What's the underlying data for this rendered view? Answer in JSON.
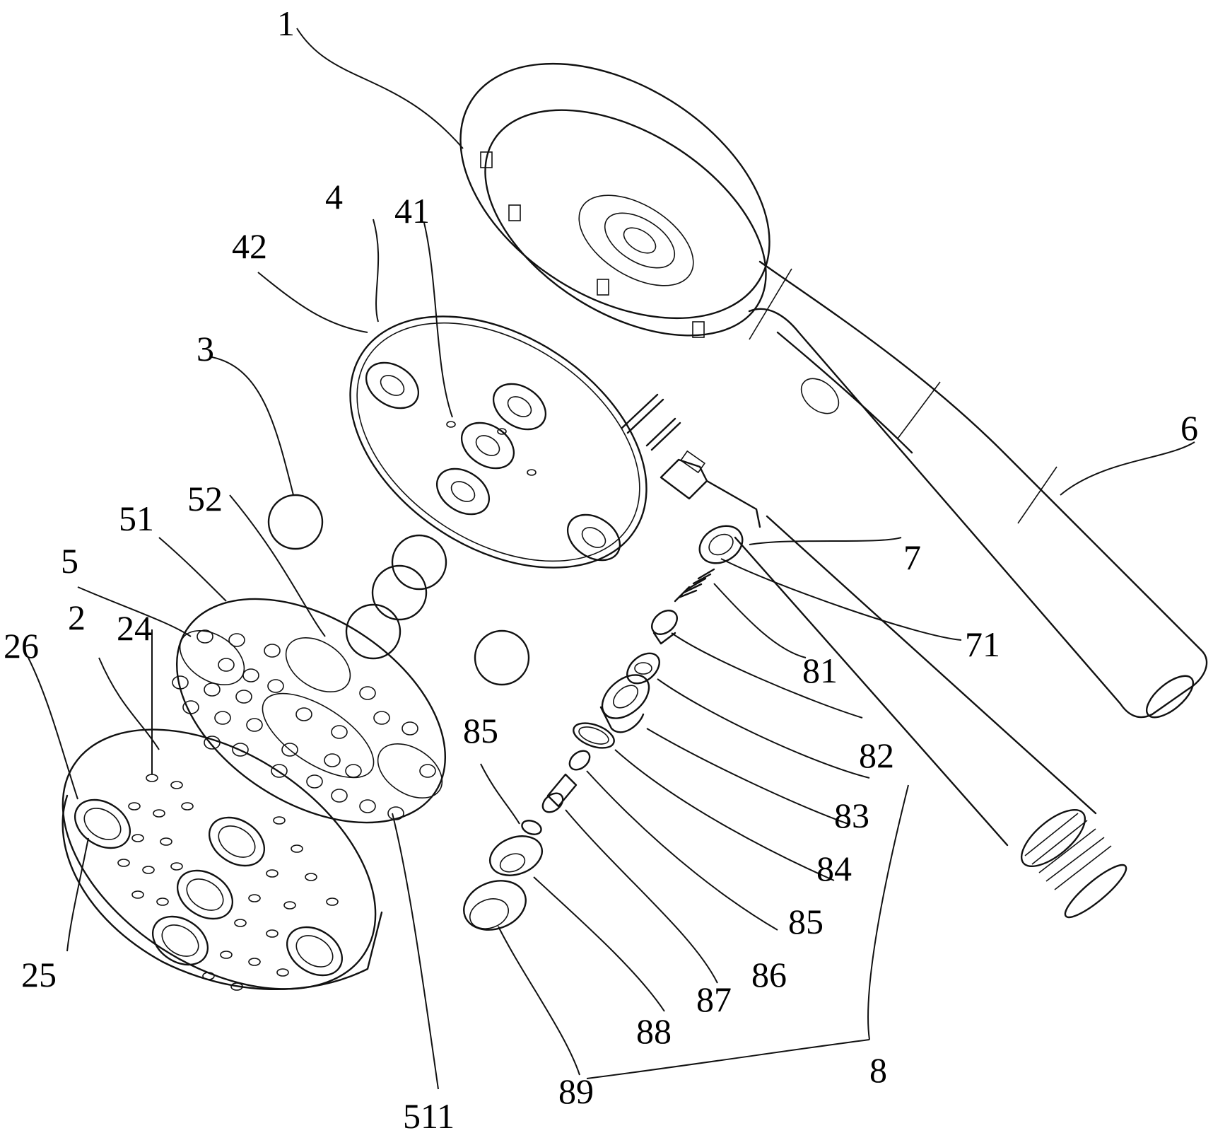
{
  "labels": {
    "l1": "1",
    "l4": "4",
    "l41": "41",
    "l42": "42",
    "l3": "3",
    "l6": "6",
    "l51": "51",
    "l52": "52",
    "l5": "5",
    "l7": "7",
    "l26": "26",
    "l2": "2",
    "l24": "24",
    "l71": "71",
    "l81": "81",
    "l85a": "85",
    "l82": "82",
    "l83": "83",
    "l84": "84",
    "l85b": "85",
    "l86": "86",
    "l87": "87",
    "l25": "25",
    "l88": "88",
    "l8": "8",
    "l89": "89",
    "l511": "511"
  }
}
